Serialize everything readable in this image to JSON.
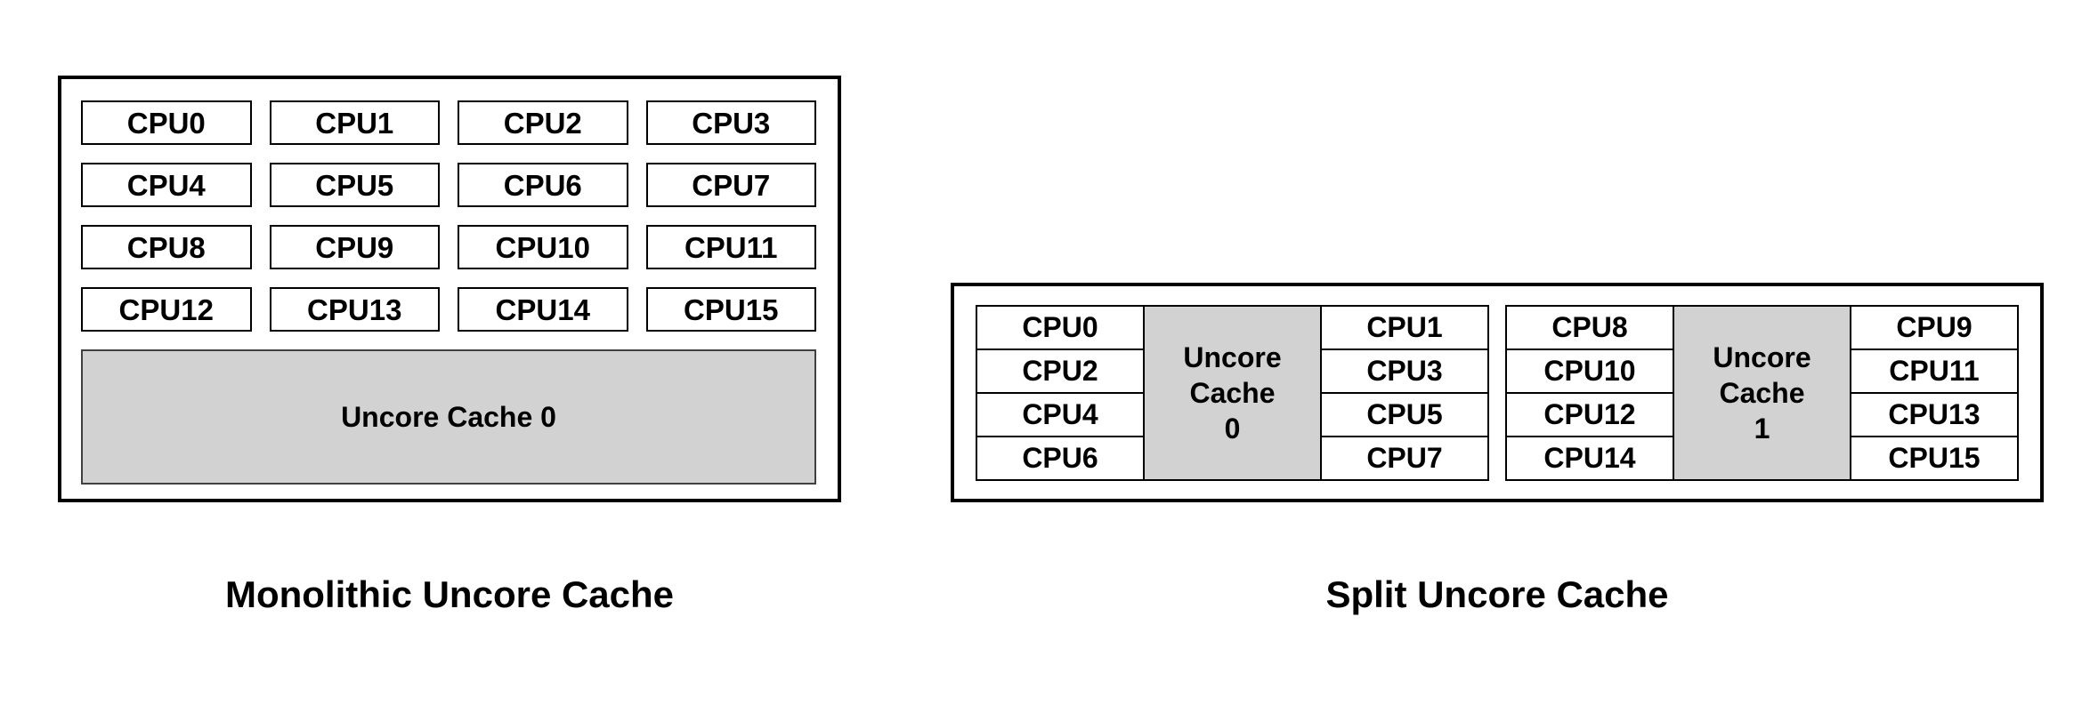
{
  "colors": {
    "background": "#ffffff",
    "border": "#000000",
    "uncore_fill": "#d2d2d2",
    "text": "#000000"
  },
  "monolithic": {
    "caption": "Monolithic Uncore Cache",
    "cpus": [
      "CPU0",
      "CPU1",
      "CPU2",
      "CPU3",
      "CPU4",
      "CPU5",
      "CPU6",
      "CPU7",
      "CPU8",
      "CPU9",
      "CPU10",
      "CPU11",
      "CPU12",
      "CPU13",
      "CPU14",
      "CPU15"
    ],
    "uncore_label": "Uncore Cache 0"
  },
  "split": {
    "caption": "Split Uncore Cache",
    "clusters": [
      {
        "left_cpus": [
          "CPU0",
          "CPU2",
          "CPU4",
          "CPU6"
        ],
        "uncore_lines": [
          "Uncore",
          "Cache",
          "0"
        ],
        "right_cpus": [
          "CPU1",
          "CPU3",
          "CPU5",
          "CPU7"
        ]
      },
      {
        "left_cpus": [
          "CPU8",
          "CPU10",
          "CPU12",
          "CPU14"
        ],
        "uncore_lines": [
          "Uncore",
          "Cache",
          "1"
        ],
        "right_cpus": [
          "CPU9",
          "CPU11",
          "CPU13",
          "CPU15"
        ]
      }
    ]
  }
}
